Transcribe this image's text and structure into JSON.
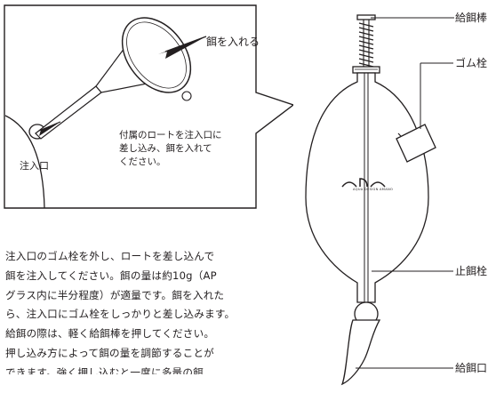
{
  "inset": {
    "callout_feed": "餌を入れる",
    "instruction_lines": [
      "付属のロートを注入口に",
      "差し込み、餌を入れて",
      "ください。"
    ],
    "inlet_label": "注入口"
  },
  "paragraph": {
    "lines": [
      "注入口のゴム栓を外し、ロートを差し込んで",
      "餌を注入してください。餌の量は約10g（AP",
      "グラス内に半分程度）が適量です。餌を入れた",
      "ら、注入口にゴム栓をしっかりと差し込みます。",
      "給餌の際は、軽く給餌棒を押してください。",
      "押し込み方によって餌の量を調節することが",
      "できます。強く押し込むと一度に多量の餌"
    ]
  },
  "feeder": {
    "logo_text": "ADA",
    "logo_subtext": "AQUA DESIGN AMANO",
    "labels": {
      "rod": "給餌棒",
      "rubber_plug": "ゴム栓",
      "stopper": "止餌栓",
      "outlet": "給餌口"
    }
  }
}
